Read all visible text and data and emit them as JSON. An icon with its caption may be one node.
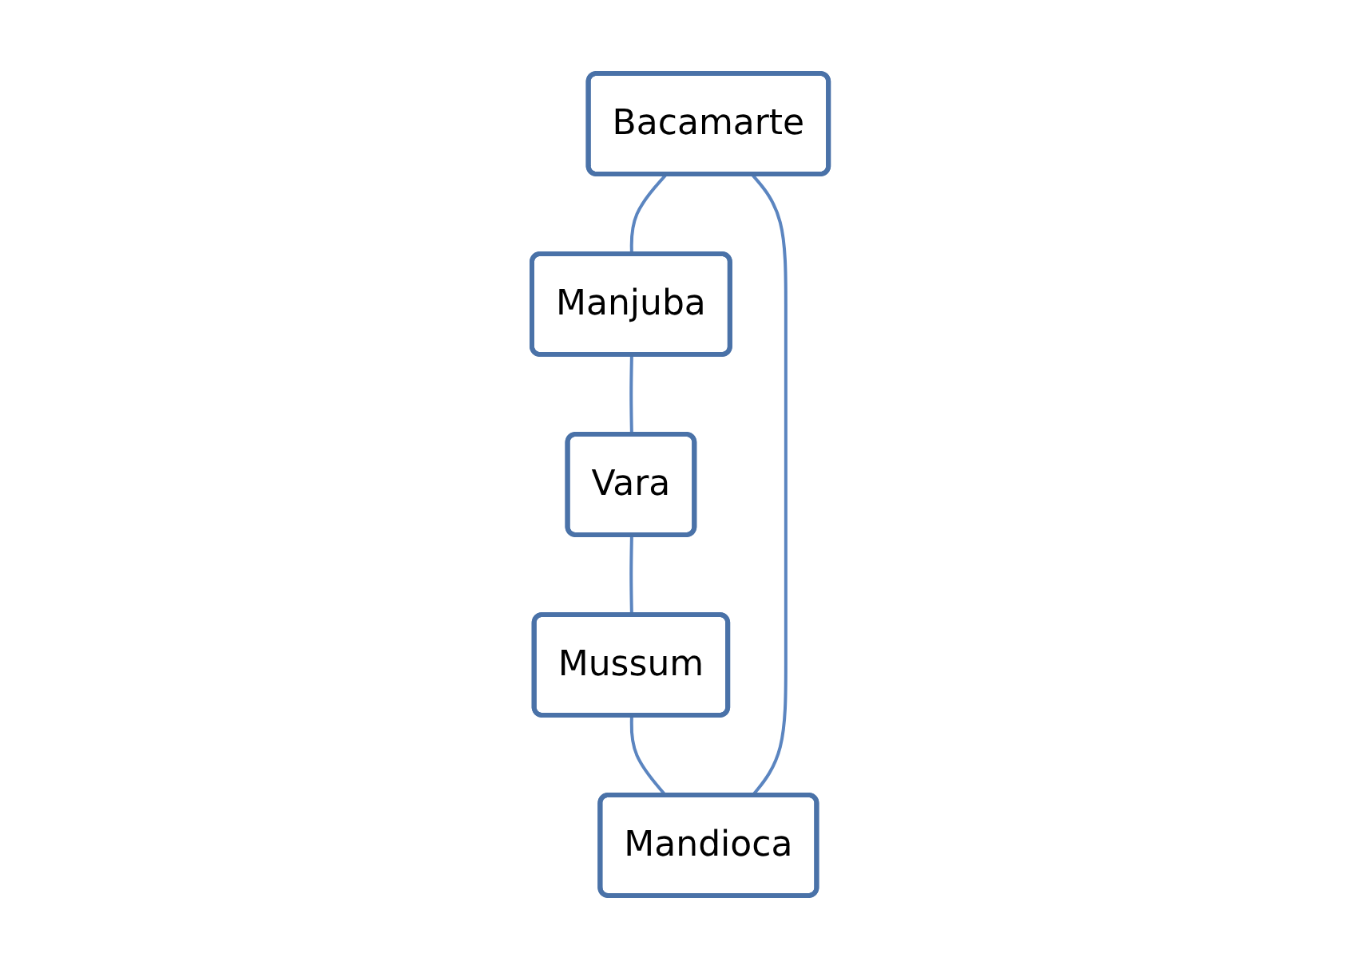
{
  "diagram": {
    "nodes": [
      {
        "text": [
          "Bacamarte"
        ]
      },
      {
        "text": [
          "Mandioca"
        ]
      },
      {
        "text": [
          "Manjuba"
        ]
      },
      {
        "text": [
          "Mussum"
        ]
      },
      {
        "text": [
          "Vara"
        ]
      }
    ],
    "edges": [
      {
        "from": 0,
        "to": 2,
        "arrow": "none"
      },
      {
        "from": 2,
        "to": 4,
        "arrow": "none"
      },
      {
        "from": 4,
        "to": 3,
        "arrow": "none"
      },
      {
        "from": 3,
        "to": 1,
        "arrow": "none"
      },
      {
        "from": 1,
        "to": 0,
        "arrow": "none"
      }
    ]
  }
}
